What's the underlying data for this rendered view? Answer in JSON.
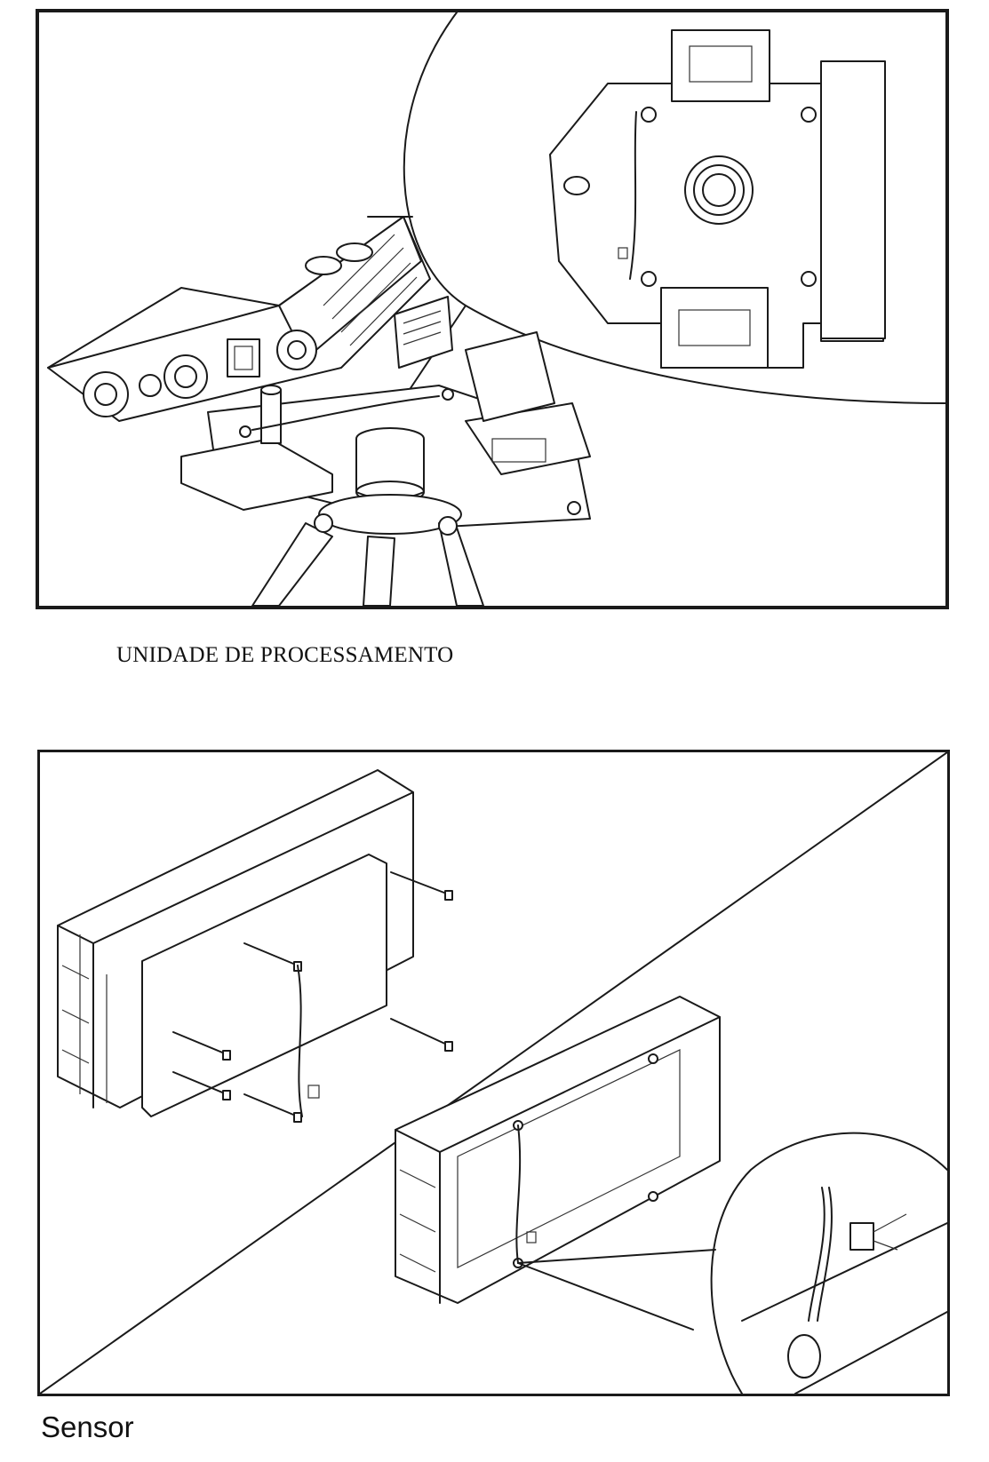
{
  "figures": [
    {
      "caption": "UNIDADE DE PROCESSAMENTO",
      "illustration": "processing-unit-mounted-on-tripod-with-detail-callout"
    },
    {
      "caption": "Sensor",
      "illustration": "sensor-module-assembly-with-detail-callout"
    }
  ],
  "colors": {
    "line": "#1a1a1a",
    "background": "#ffffff"
  }
}
